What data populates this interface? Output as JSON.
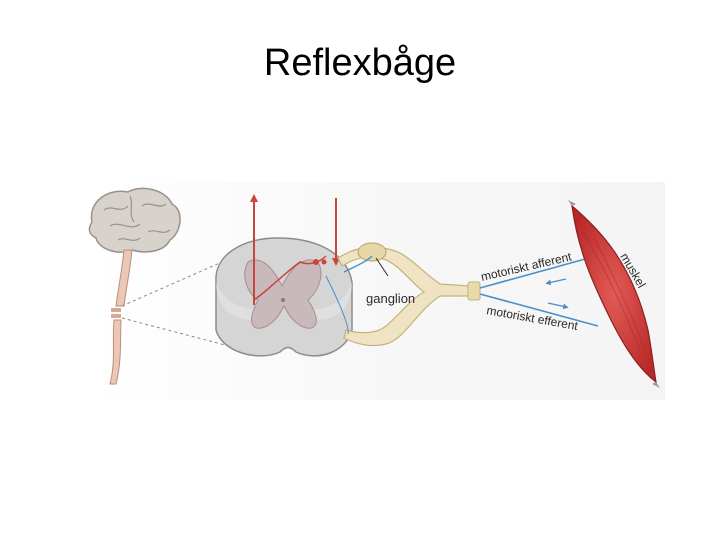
{
  "slide": {
    "title": "Reflexbåge"
  },
  "figure": {
    "labels": {
      "muscle": "muskel",
      "afferent": "motoriskt afferent",
      "efferent": "motoriskt efferent",
      "ganglion": "ganglion"
    }
  },
  "colors": {
    "brain": "#d8d2cc",
    "cord_slice": "#dcdcdc",
    "grey_matter": "#c9b9ba",
    "nerve": "#efe3c4",
    "muscle": "#d23a3a",
    "signal_red": "#c8463a",
    "signal_blue": "#4a8fc8"
  }
}
